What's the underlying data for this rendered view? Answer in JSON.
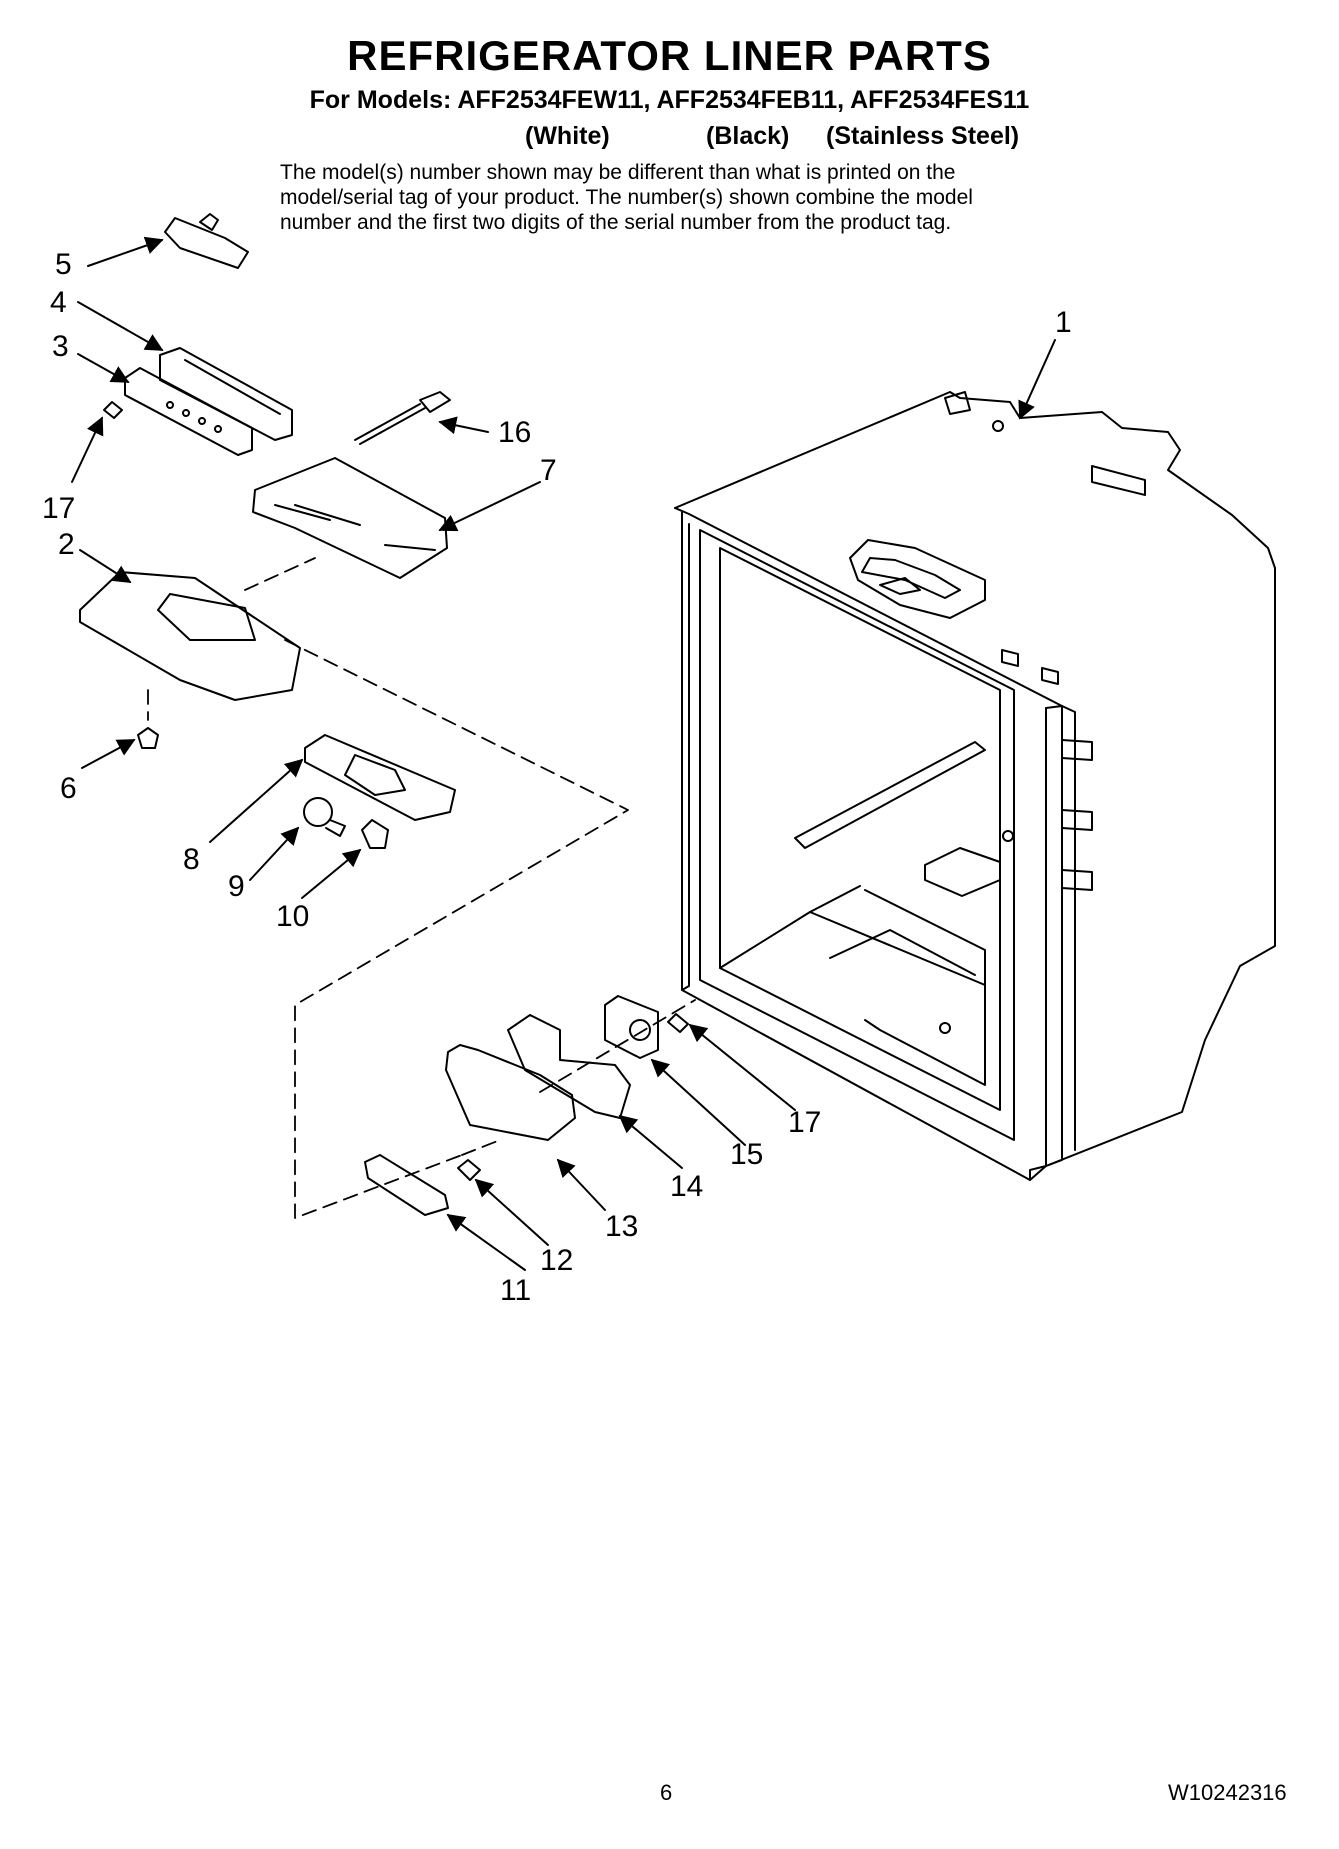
{
  "header": {
    "title": "REFRIGERATOR LINER PARTS",
    "models": "For Models: AFF2534FEW11, AFF2534FEB11, AFF2534FES11",
    "variants": [
      "(White)",
      "(Black)",
      "(Stainless Steel)"
    ]
  },
  "note": {
    "lines": [
      "The model(s) number shown may be different than what is printed on the",
      "model/serial tag of your product. The number(s) shown combine the model",
      "number and the first two digits of the serial number from the product tag."
    ]
  },
  "callouts": {
    "c1": "1",
    "c2": "2",
    "c3": "3",
    "c4": "4",
    "c5": "5",
    "c6": "6",
    "c7": "7",
    "c8": "8",
    "c9": "9",
    "c10": "10",
    "c11": "11",
    "c12": "12",
    "c13": "13",
    "c14": "14",
    "c15": "15",
    "c16": "16",
    "c17a": "17",
    "c17b": "17"
  },
  "footer": {
    "page_number": "6",
    "document_number": "W10242316"
  }
}
